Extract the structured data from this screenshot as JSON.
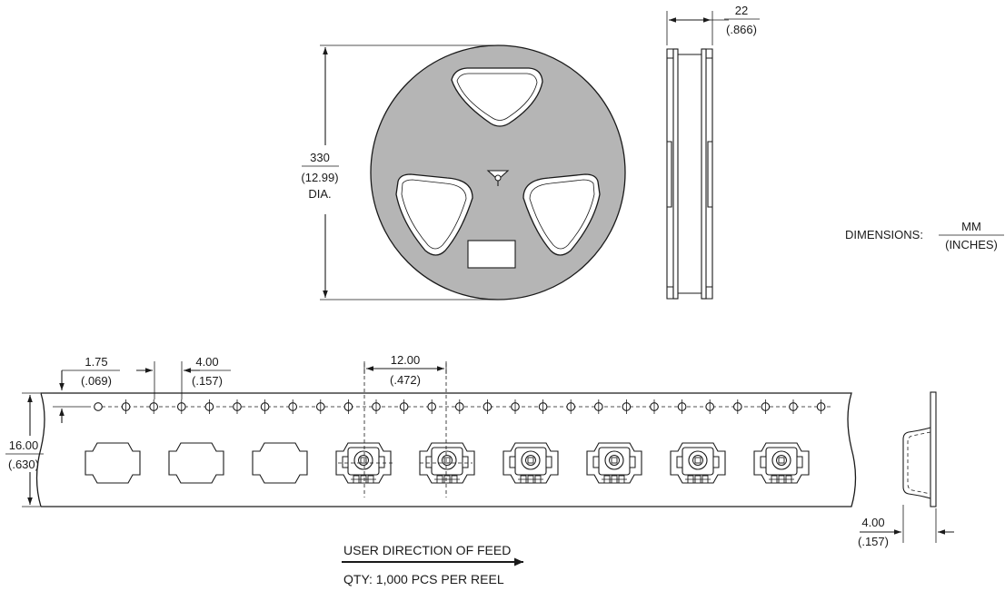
{
  "colors": {
    "ink": "#1a1a1a",
    "reel_fill": "#b5b5b5",
    "paper": "#ffffff"
  },
  "reel_front": {
    "diameter_mm": "330",
    "diameter_in": "(12.99)",
    "diameter_suffix": "DIA."
  },
  "reel_side": {
    "width_mm": "22",
    "width_in": "(.866)"
  },
  "units_legend": {
    "label": "DIMENSIONS:",
    "primary_unit": "MM",
    "secondary_unit": "(INCHES)"
  },
  "tape": {
    "hole_edge_offset_mm": "1.75",
    "hole_edge_offset_in": "(.069)",
    "hole_pitch_mm": "4.00",
    "hole_pitch_in": "(.157)",
    "pocket_pitch_mm": "12.00",
    "pocket_pitch_in": "(.472)",
    "tape_width_mm": "16.00",
    "tape_width_in": "(.630)",
    "sprocket_hole_count": 27,
    "empty_pockets": 3,
    "loaded_pockets": 6
  },
  "tape_side": {
    "pocket_depth_mm": "4.00",
    "pocket_depth_in": "(.157)"
  },
  "notes": {
    "feed_direction": "USER DIRECTION OF FEED",
    "quantity": "QTY: 1,000 PCS PER REEL"
  }
}
